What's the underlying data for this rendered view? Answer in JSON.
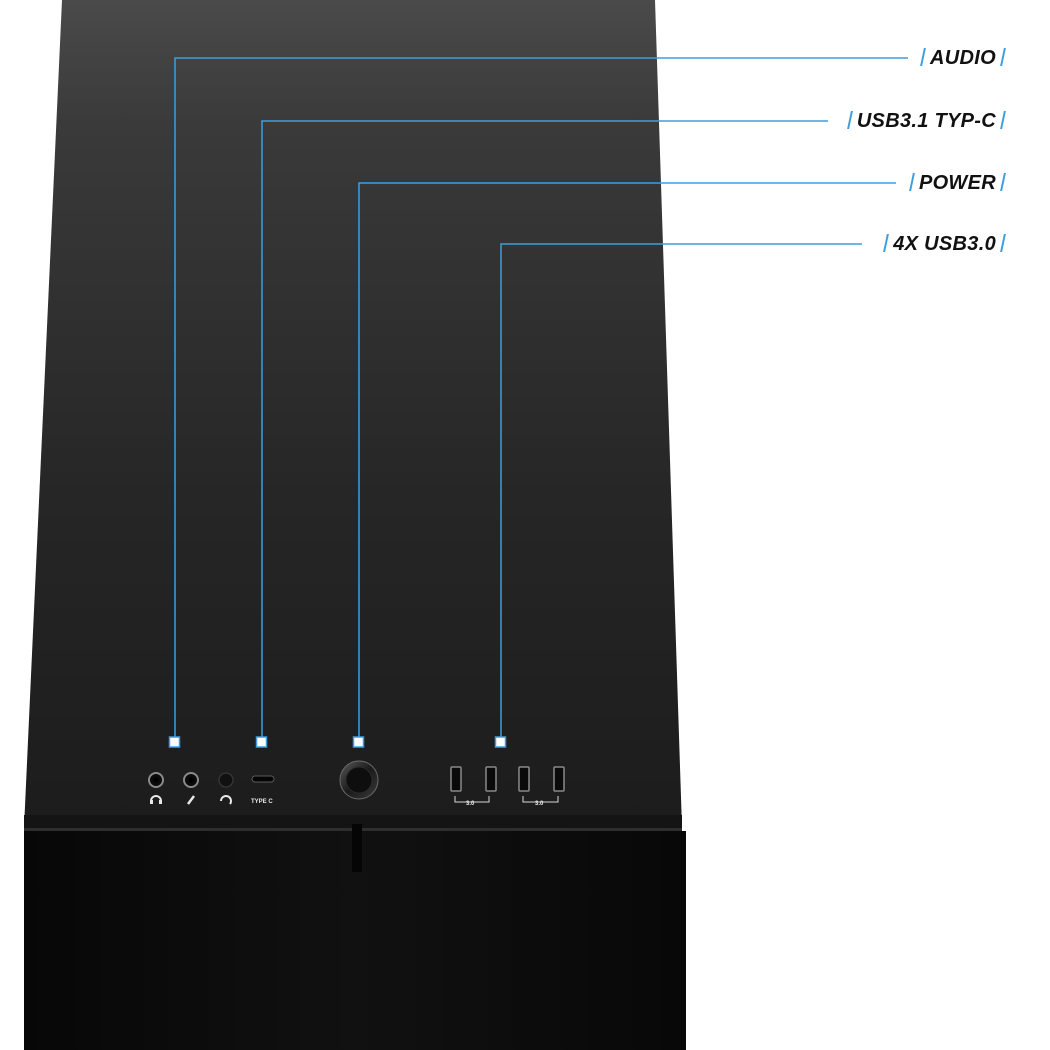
{
  "callouts": [
    {
      "label": "AUDIO"
    },
    {
      "label": "USB3.1 TYP-C"
    },
    {
      "label": "POWER"
    },
    {
      "label": "4X USB3.0"
    }
  ],
  "panel": {
    "typec_text": "TYPE C",
    "usb_group_1": "3.0",
    "usb_group_2": "3.0"
  },
  "colors": {
    "accent": "#3c9ee0",
    "case_top": "#222222",
    "case_front": "#0c0c0c",
    "background": "#ffffff"
  },
  "icons": [
    "headphone-icon",
    "microphone-icon",
    "reset-icon",
    "power-button-icon",
    "usb-port-icon"
  ]
}
